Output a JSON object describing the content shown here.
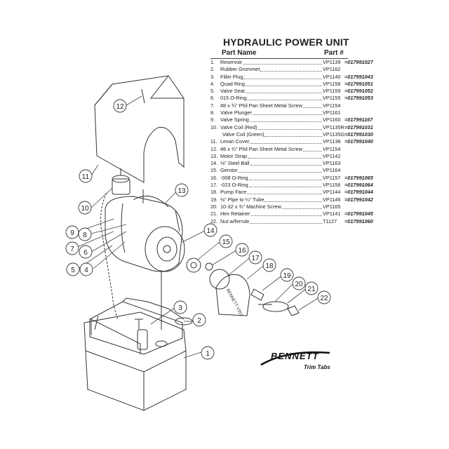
{
  "title": "HYDRAULIC POWER UNIT",
  "headers": {
    "name": "Part Name",
    "part": "Part #"
  },
  "parts": [
    {
      "num": "1.",
      "name": "Reservoir",
      "part": "VP1139",
      "oem": "=017991027"
    },
    {
      "num": "2.",
      "name": "Rubber Grommet",
      "part": "VP1162",
      "oem": ""
    },
    {
      "num": "3.",
      "name": "Filler Plug",
      "part": "VP1140",
      "oem": "=017991043"
    },
    {
      "num": "4.",
      "name": "Quad Ring",
      "part": "VP1158",
      "oem": "=017991051"
    },
    {
      "num": "5.",
      "name": "Valve Seat",
      "part": "VP1159",
      "oem": "=017991052"
    },
    {
      "num": "6.",
      "name": "015 O-Ring",
      "part": "VP1155",
      "oem": "=017991053"
    },
    {
      "num": "7.",
      "name": "#8 x ¾\" Phil Pan Sheet Metal Screw",
      "part": "VP1154",
      "oem": ""
    },
    {
      "num": "8.",
      "name": "Valve Plunger",
      "part": "VP1161",
      "oem": ""
    },
    {
      "num": "9.",
      "name": "Valve Spring",
      "part": "VP1160",
      "oem": "=017991167"
    },
    {
      "num": "10.",
      "name": "Valve Coil (Red)",
      "part": "VP1135R",
      "oem": "=017991031"
    },
    {
      "num": "",
      "name": "Valve Coil (Green)",
      "part": "VP1135G",
      "oem": "=017991030"
    },
    {
      "num": "11.",
      "name": "Lexan Cover",
      "part": "VP1138",
      "oem": "=017991040"
    },
    {
      "num": "12.",
      "name": "#8 x ¾\" Phil Pan Sheet Metal Screw",
      "part": "VP1154",
      "oem": ""
    },
    {
      "num": "13.",
      "name": "Motor Strap",
      "part": "VP1142",
      "oem": ""
    },
    {
      "num": "14.",
      "name": "⅛\" Steel Ball",
      "part": "VP1163",
      "oem": ""
    },
    {
      "num": "15.",
      "name": "Gerotor",
      "part": "VP1164",
      "oem": ""
    },
    {
      "num": "16.",
      "name": "-008 O-Ring",
      "part": "VP1157",
      "oem": "=017991065"
    },
    {
      "num": "17.",
      "name": "-023 O-Ring",
      "part": "VP1156",
      "oem": "=017991064"
    },
    {
      "num": "18.",
      "name": "Pump Face",
      "part": "VP1144",
      "oem": "=017991044"
    },
    {
      "num": "19.",
      "name": "⅛\" Pipe to ¼\" Tube",
      "part": "VP1146",
      "oem": "=017991042"
    },
    {
      "num": "20.",
      "name": "10-32 x ¾\" Machine Screw",
      "part": "VP1165",
      "oem": ""
    },
    {
      "num": "21.",
      "name": "Hex Retainer",
      "part": "VP1141",
      "oem": "=017991045"
    },
    {
      "num": "22.",
      "name": "Nut w/ferrule",
      "part": "T1127",
      "oem": "=017991060"
    }
  ],
  "callouts": [
    "1",
    "2",
    "3",
    "4",
    "5",
    "6",
    "7",
    "8",
    "9",
    "10",
    "11",
    "12",
    "13",
    "14",
    "15",
    "16",
    "17",
    "18",
    "19",
    "20",
    "21",
    "22"
  ],
  "pump_face_text": "BENNETT V351",
  "logo": {
    "brand": "BENNETT",
    "tagline": "Trim Tabs"
  }
}
